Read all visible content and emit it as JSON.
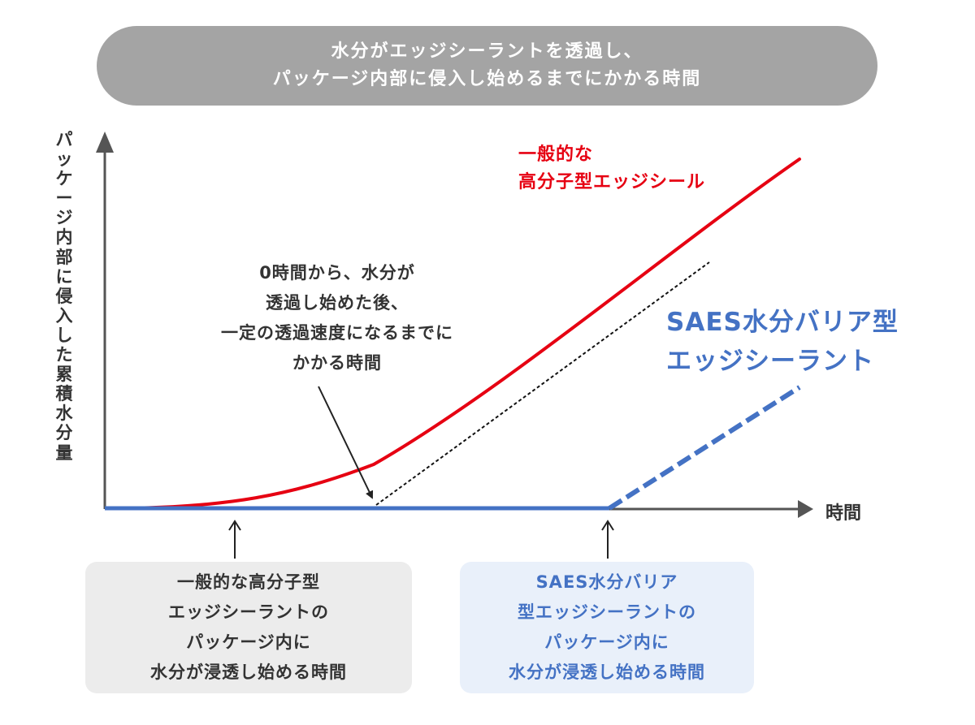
{
  "banner": {
    "line1": "水分がエッジシーラントを透過し、",
    "line2": "パッケージ内部に侵入し始めるまでにかかる時間"
  },
  "axes": {
    "y_label": "パッケージ内部に侵入した累積水分量",
    "x_label": "時間"
  },
  "curves": {
    "general": {
      "label_line1": "一般的な",
      "label_line2": "高分子型エッジシール",
      "color": "#e60012"
    },
    "saes": {
      "label_line1": "SAES水分バリア型",
      "label_line2": "エッジシーラント",
      "color": "#4472c4"
    }
  },
  "annotation": {
    "line1": "0時間から、水分が",
    "line2": "透過し始めた後、",
    "line3": "一定の透過速度になるまでに",
    "line4": "かかる時間"
  },
  "boxes": {
    "general": {
      "line1": "一般的な高分子型",
      "line2": "エッジシーラントの",
      "line3": "パッケージ内に",
      "line4": "水分が浸透し始める時間",
      "bg": "#ececec"
    },
    "saes": {
      "line1": "SAES水分バリア",
      "line2": "型エッジシーラントの",
      "line3": "パッケージ内に",
      "line4": "水分が浸透し始める時間",
      "bg": "#e9f0fa"
    }
  },
  "colors": {
    "axis": "#555555",
    "banner_bg": "#a4a4a4"
  }
}
